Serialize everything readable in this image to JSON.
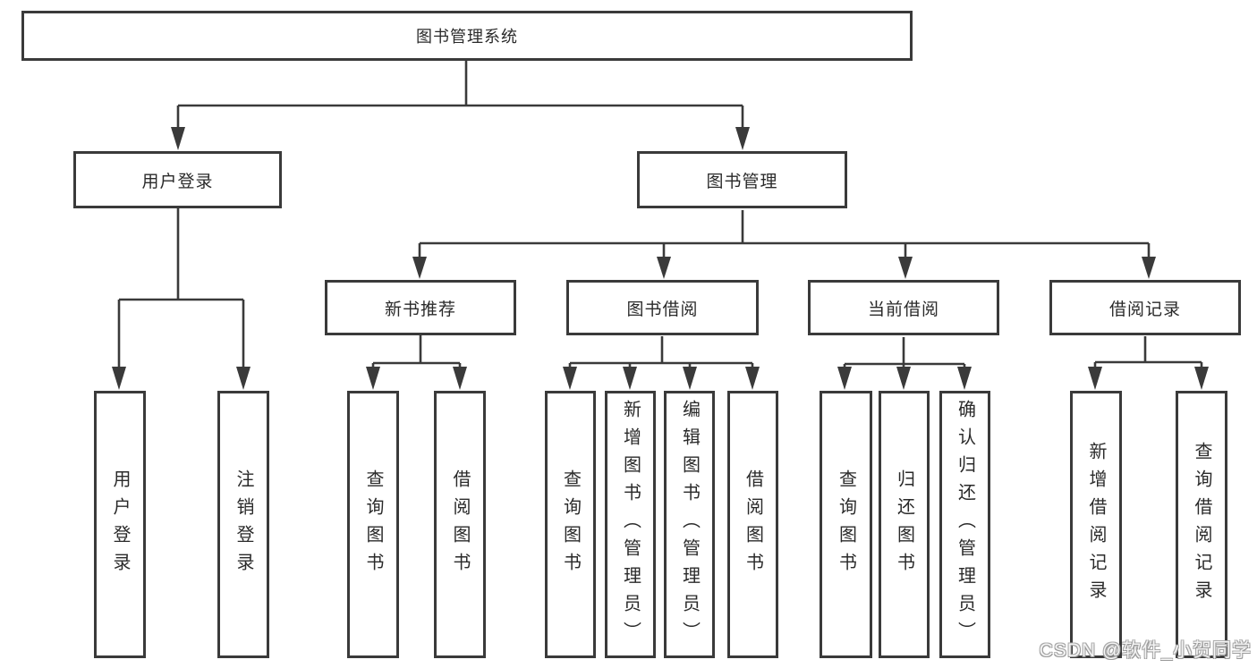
{
  "diagram": {
    "root": {
      "label": "图书管理系统"
    },
    "branches": [
      {
        "label": "用户登录",
        "children": [
          {
            "label": "用户登录"
          },
          {
            "label": "注销登录"
          }
        ]
      },
      {
        "label": "图书管理",
        "children": [
          {
            "label": "新书推荐",
            "children": [
              {
                "label": "查询图书"
              },
              {
                "label": "借阅图书"
              }
            ]
          },
          {
            "label": "图书借阅",
            "children": [
              {
                "label": "查询图书"
              },
              {
                "label": "新增图书（管理员）"
              },
              {
                "label": "编辑图书（管理员）"
              },
              {
                "label": "借阅图书"
              }
            ]
          },
          {
            "label": "当前借阅",
            "children": [
              {
                "label": "查询图书"
              },
              {
                "label": "归还图书"
              },
              {
                "label": "确认归还（管理员）"
              }
            ]
          },
          {
            "label": "借阅记录",
            "children": [
              {
                "label": "新增借阅记录"
              },
              {
                "label": "查询借阅记录"
              }
            ]
          }
        ]
      }
    ]
  },
  "watermark": {
    "text": "CSDN @软件_小贺同学"
  },
  "colors": {
    "line": "#3a3a3a",
    "text": "#2a2a2a",
    "background": "#ffffff"
  }
}
